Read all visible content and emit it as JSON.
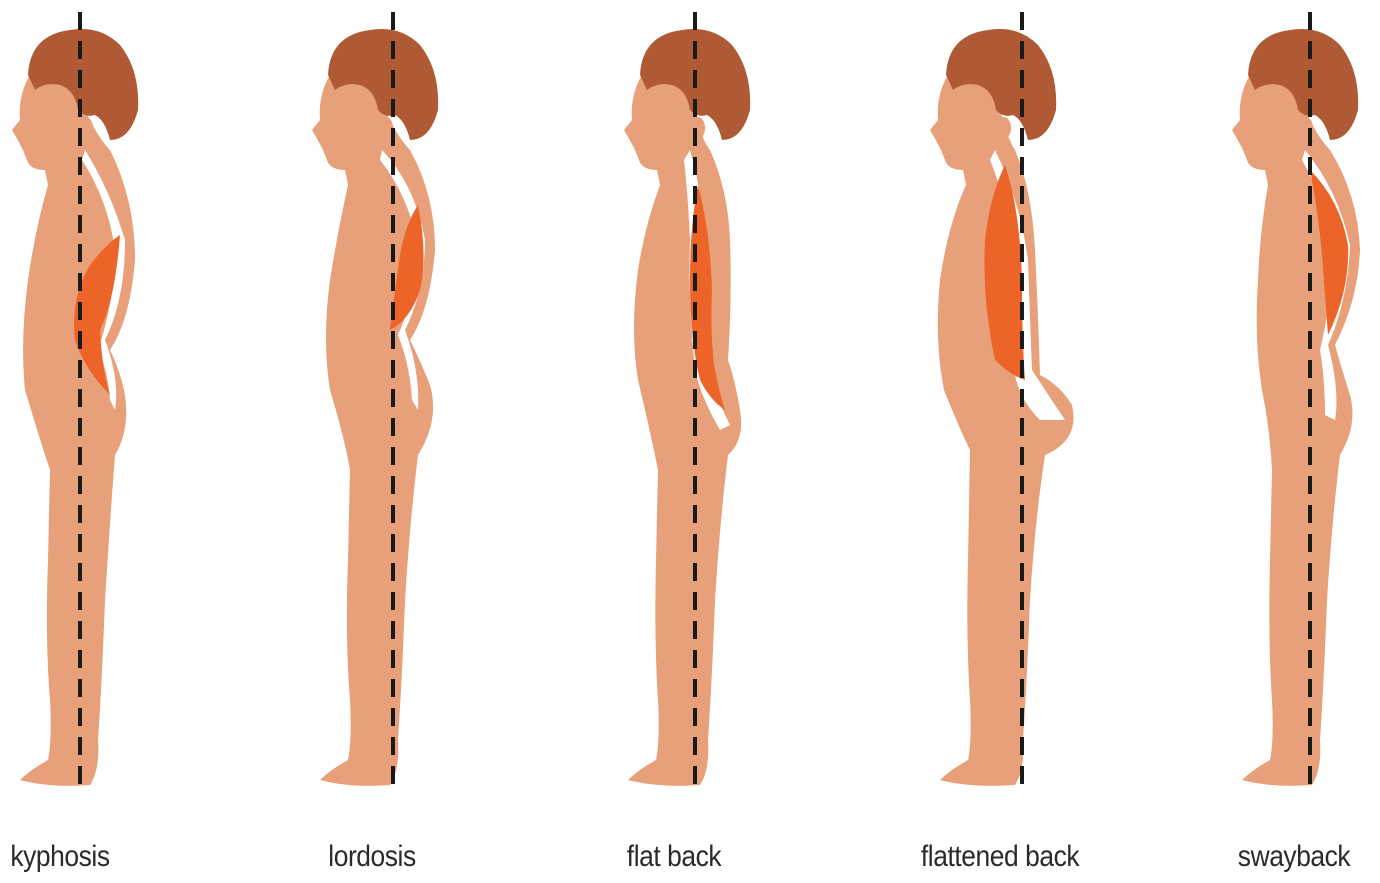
{
  "figures": [
    {
      "key": "kyphosis",
      "label": "kyphosis"
    },
    {
      "key": "lordosis",
      "label": "lordosis"
    },
    {
      "key": "flat_back",
      "label": "flat back"
    },
    {
      "key": "flattened_back",
      "label": "flattened back"
    },
    {
      "key": "swayback",
      "label": "swayback"
    }
  ],
  "colors": {
    "skin": "#e8a07a",
    "hair": "#b05a35",
    "muscle": "#ec6428",
    "plumb_line": "#1a1a1a",
    "caption_text": "#2a2a2a"
  },
  "icons": [
    "child-silhouette-icon",
    "plumb-line-icon",
    "spine-muscle-icon"
  ]
}
